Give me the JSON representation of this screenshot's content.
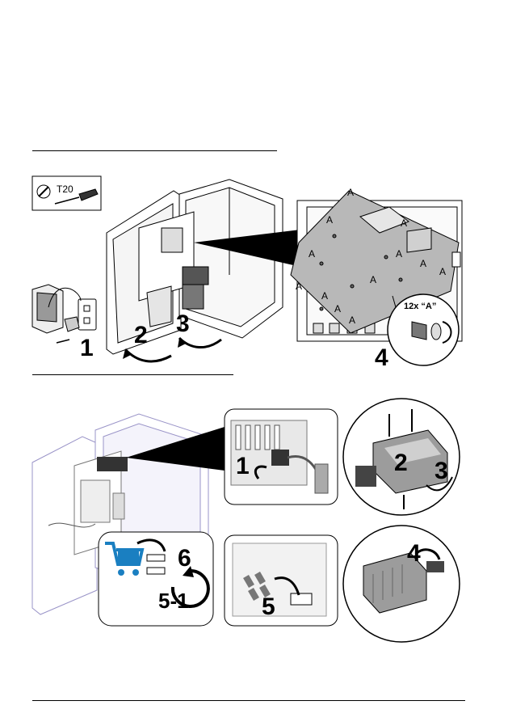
{
  "tool": {
    "label": "T20"
  },
  "steps_top": {
    "s1": "1",
    "s2": "2",
    "s3": "3",
    "s4": "4"
  },
  "detail": {
    "screws": "12x “A”",
    "marker": "A"
  },
  "steps_bottom": {
    "s1": "1",
    "s2": "2",
    "s3": "3",
    "s4": "4",
    "s5": "5",
    "s6": "6",
    "s51": "5-1"
  },
  "colors": {
    "line": "#000000",
    "blue": "#1a7fc1",
    "gray": "#9a9a9a",
    "lightgray": "#dcdcdc",
    "lavender": "#b9b3e0"
  },
  "icons": [
    "screwdriver-icon",
    "cart-icon",
    "fuse-icon",
    "rotate-icon"
  ]
}
